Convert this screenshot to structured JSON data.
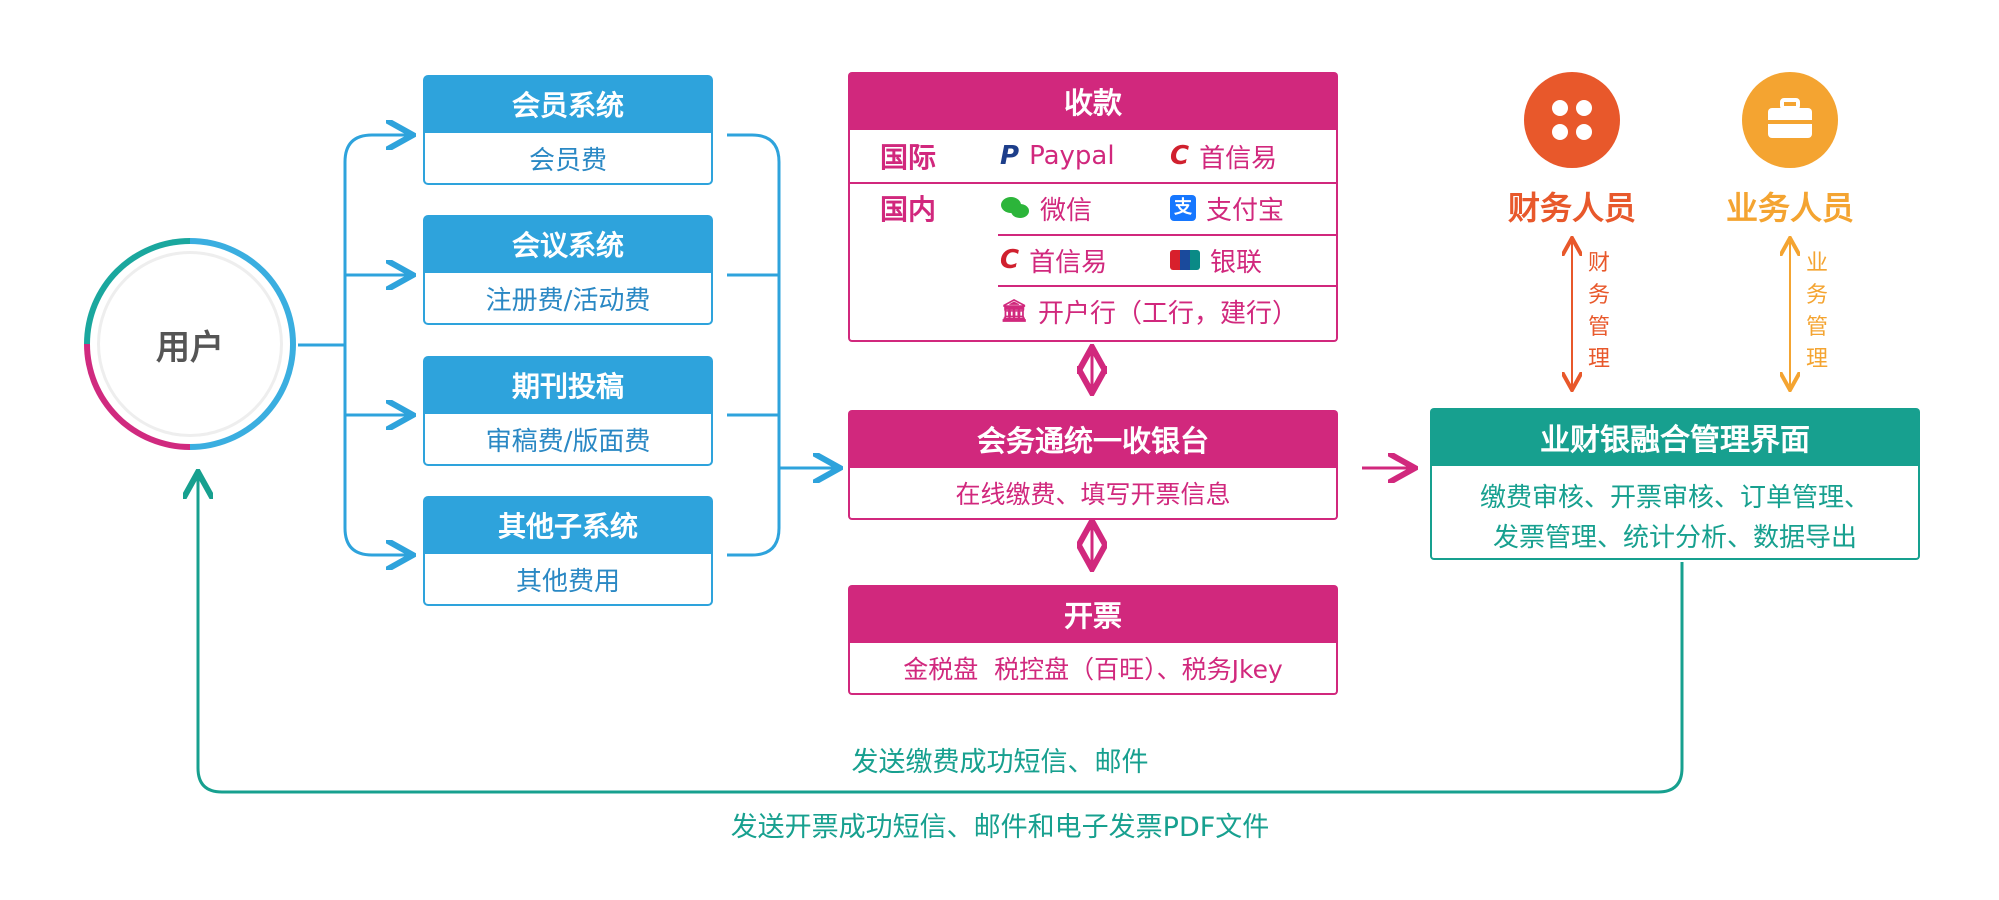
{
  "user": {
    "label": "用户"
  },
  "subsystems": [
    {
      "title": "会员系统",
      "fee": "会员费"
    },
    {
      "title": "会议系统",
      "fee": "注册费/活动费"
    },
    {
      "title": "期刊投稿",
      "fee": "审稿费/版面费"
    },
    {
      "title": "其他子系统",
      "fee": "其他费用"
    }
  ],
  "collection": {
    "title": "收款",
    "international_label": "国际",
    "domestic_label": "国内",
    "methods": {
      "paypal": "Paypal",
      "shouxinyi": "首信易",
      "wechat": "微信",
      "alipay": "支付宝",
      "unionpay": "银联",
      "bank": "开户行（工行，建行）"
    }
  },
  "cashier": {
    "title": "会务通统一收银台",
    "desc": "在线缴费、填写开票信息"
  },
  "invoice": {
    "title": "开票",
    "desc": "金税盘  税控盘（百旺）、税务Jkey"
  },
  "management": {
    "title": "业财银融合管理界面",
    "line1": "缴费审核、开票审核、订单管理、",
    "line2": "发票管理、统计分析、数据导出"
  },
  "roles": {
    "finance": {
      "label": "财务人员",
      "arrow_text": [
        "财",
        "务",
        "管",
        "理"
      ],
      "color": "#e8582b"
    },
    "business": {
      "label": "业务人员",
      "arrow_text": [
        "业",
        "务",
        "管",
        "理"
      ],
      "color": "#f4a431"
    }
  },
  "footer": {
    "line1": "发送缴费成功短信、邮件",
    "line2": "发送开票成功短信、邮件和电子发票PDF文件"
  },
  "colors": {
    "blue": "#2ea3dc",
    "magenta": "#d1287d",
    "green": "#17a08f"
  }
}
